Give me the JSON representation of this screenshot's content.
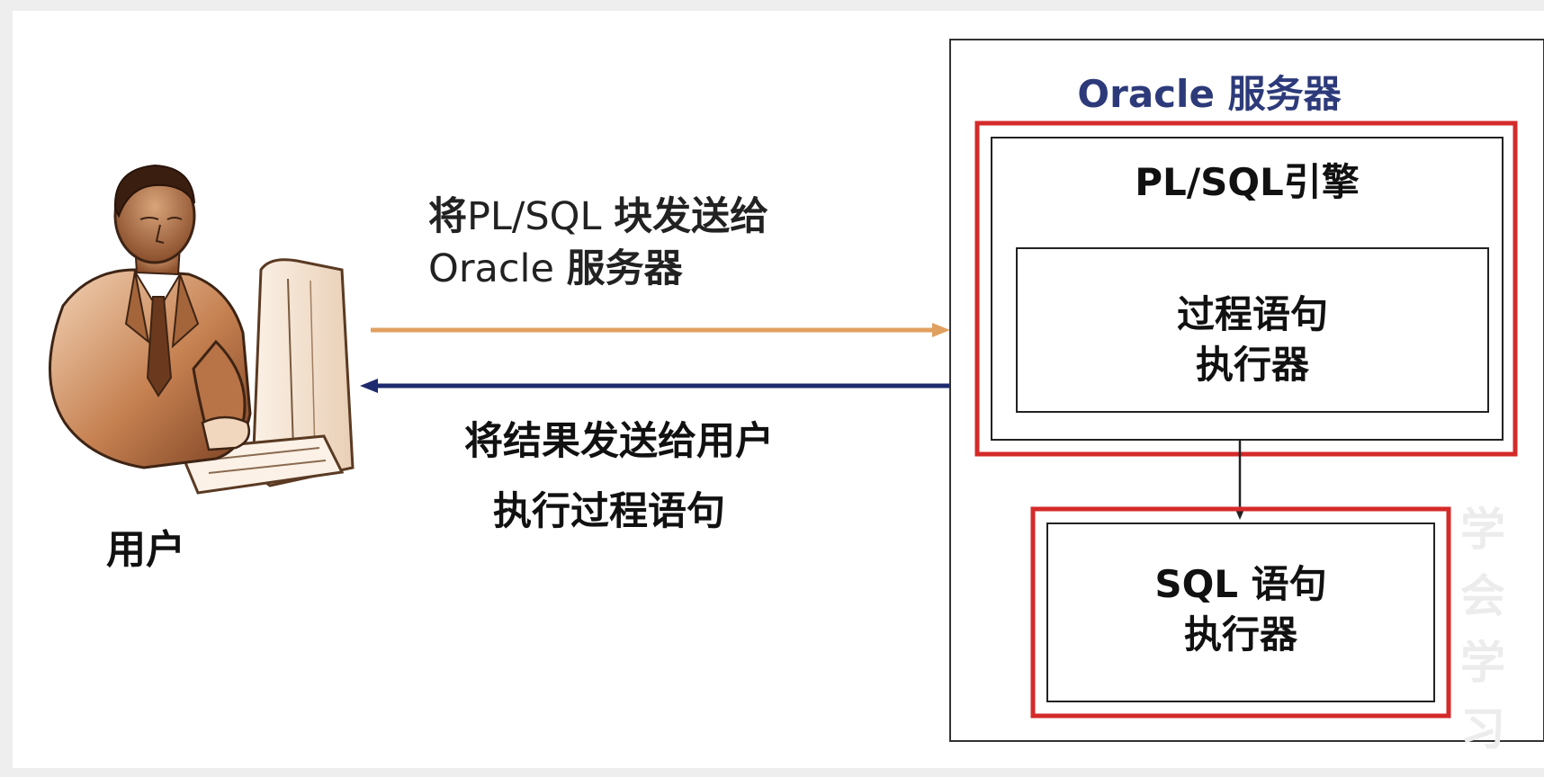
{
  "user": {
    "label": "用户"
  },
  "arrows": {
    "send_line1_bold_prefix": "将",
    "send_line1_thin": "PL/SQL ",
    "send_line1_bold_suffix": "块发送给",
    "send_line2_thin": "Oracle ",
    "send_line2_bold": "服务器",
    "return_label": "将结果发送给用户",
    "exec_label": "执行过程语句"
  },
  "server": {
    "title": "Oracle 服务器",
    "engine_title": "PL/SQL引擎",
    "procedural_executor_line1": "过程语句",
    "procedural_executor_line2": "执行器",
    "sql_executor_line1": "SQL 语句",
    "sql_executor_line2": "执行器"
  },
  "watermark": {
    "chars": [
      "学",
      "会",
      "学",
      "习"
    ]
  },
  "colors": {
    "send_arrow": "#e0a060",
    "return_arrow": "#1e2a6e",
    "server_title": "#2d3a7a",
    "highlight_box": "#d42a2a",
    "box_border": "#222222"
  }
}
